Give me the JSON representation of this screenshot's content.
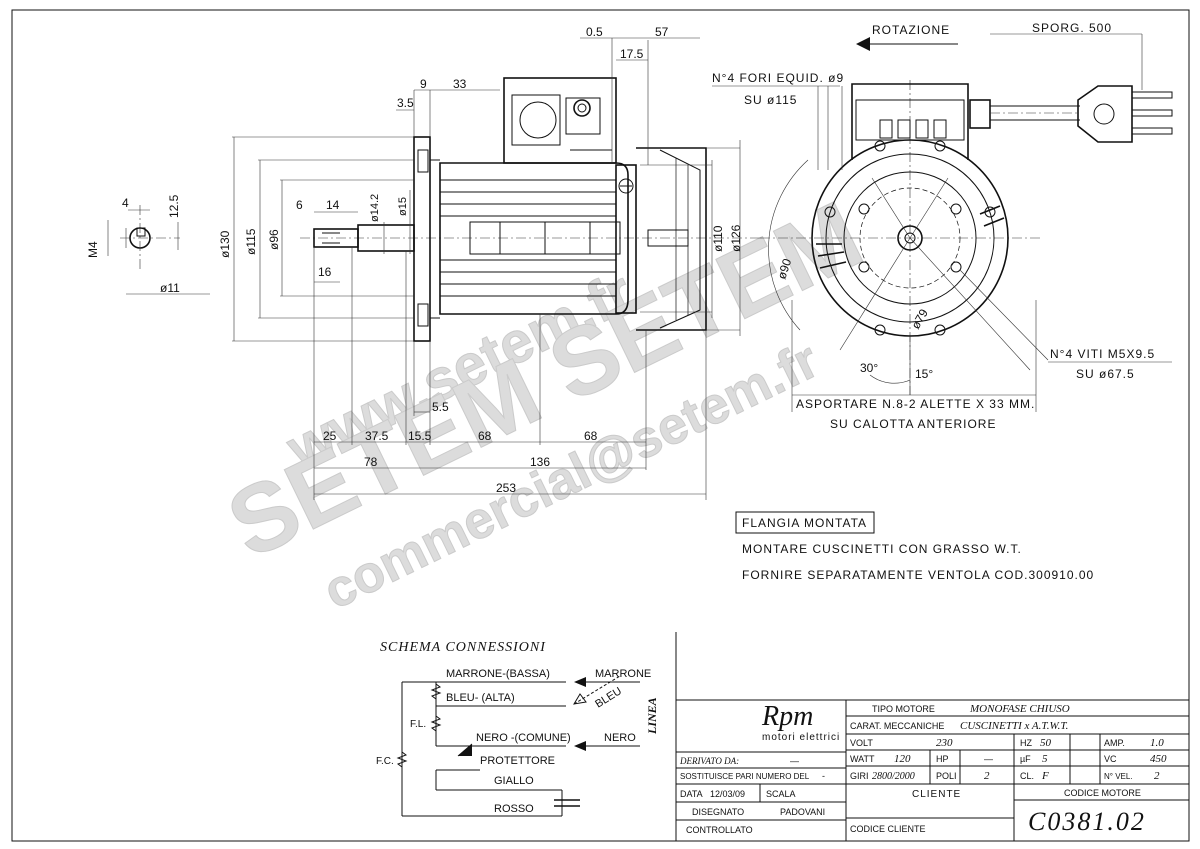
{
  "watermark": {
    "url": "www.setem.fr",
    "brand": "SETEM SETEM",
    "email": "commercial@setem.fr"
  },
  "shaft_detail": {
    "dim_key": "4",
    "dim_depth": "12.5",
    "dim_thread": "M4",
    "dim_diameter": "ø11"
  },
  "side_view": {
    "d130": "ø130",
    "d115": "ø115",
    "d96": "ø96",
    "d14_2": "ø14.2",
    "d15": "ø15",
    "d6": "6",
    "d14": "14",
    "d16": "16",
    "d9": "9",
    "d33": "33",
    "d3_5": "3.5",
    "d0_5": "0.5",
    "d57": "57",
    "d17_5": "17.5",
    "d110": "ø110",
    "d126": "ø126",
    "d5_5": "5.5",
    "d25": "25",
    "d37_5": "37.5",
    "d15_5": "15.5",
    "d68a": "68",
    "d68b": "68",
    "d78": "78",
    "d136": "136",
    "d253": "253"
  },
  "front_view": {
    "rotation": "ROTAZIONE",
    "cable": "SPORG. 500",
    "holes": "N°4 FORI EQUID. ø9",
    "holes_pcd": "SU ø115",
    "d90": "ø90",
    "d79": "ø79",
    "angle30": "30°",
    "angle15": "15°",
    "screws": "N°4 VITI M5X9.5",
    "screws_pcd": "SU ø67.5",
    "note_remove": "ASPORTARE N.8-2 ALETTE X 33 MM.",
    "note_cap": "SU CALOTTA ANTERIORE"
  },
  "notes": {
    "flange": "FLANGIA MONTATA",
    "bearings": "MONTARE CUSCINETTI CON GRASSO W.T.",
    "fan": "FORNIRE SEPARATAMENTE VENTOLA COD.300910.00"
  },
  "schema": {
    "title": "SCHEMA CONNESSIONI",
    "marrone_bassa": "MARRONE-(BASSA)",
    "bleu_alta": "BLEU- (ALTA)",
    "nero_comune": "NERO -(COMUNE)",
    "protettore": "PROTETTORE",
    "giallo": "GIALLO",
    "rosso": "ROSSO",
    "fl": "F.L.",
    "fc": "F.C.",
    "line_marrone": "MARRONE",
    "line_bleu": "BLEU",
    "line_nero": "NERO",
    "linea": "LINEA"
  },
  "title_block": {
    "logo": "Rpm",
    "logo_sub": "motori elettrici",
    "derivato_label": "DERIVATO DA:",
    "derivato_value": "—",
    "sostituisce_label": "SOSTITUISCE PARI NUMERO DEL",
    "sostituisce_value": "-",
    "data_label": "DATA",
    "data_value": "12/03/09",
    "scala_label": "SCALA",
    "disegnato_label": "DISEGNATO",
    "disegnato_value": "PADOVANI",
    "controllato_label": "CONTROLLATO",
    "tipo_motore_label": "TIPO MOTORE",
    "tipo_motore_value": "MONOFASE CHIUSO",
    "carat_label": "CARAT. MECCANICHE",
    "carat_value": "CUSCINETTI x A.T.W.T.",
    "volt_label": "VOLT",
    "volt_value": "230",
    "hz_label": "HZ",
    "hz_value": "50",
    "amp_label": "AMP.",
    "amp_value": "1.0",
    "watt_label": "WATT",
    "watt_value": "120",
    "hp_label": "HP",
    "hp_value": "—",
    "uf_label": "µF",
    "uf_value": "5",
    "vc_label": "VC",
    "vc_value": "450",
    "giri_label": "GIRI",
    "giri_value": "2800/2000",
    "poli_label": "POLI",
    "poli_value": "2",
    "cl_label": "CL.",
    "cl_value": "F",
    "nvel_label": "N° VEL.",
    "nvel_value": "2",
    "cliente_label": "CLIENTE",
    "codice_cliente_label": "CODICE CLIENTE",
    "codice_motore_label": "CODICE MOTORE",
    "codice_motore_value": "C0381.02"
  }
}
